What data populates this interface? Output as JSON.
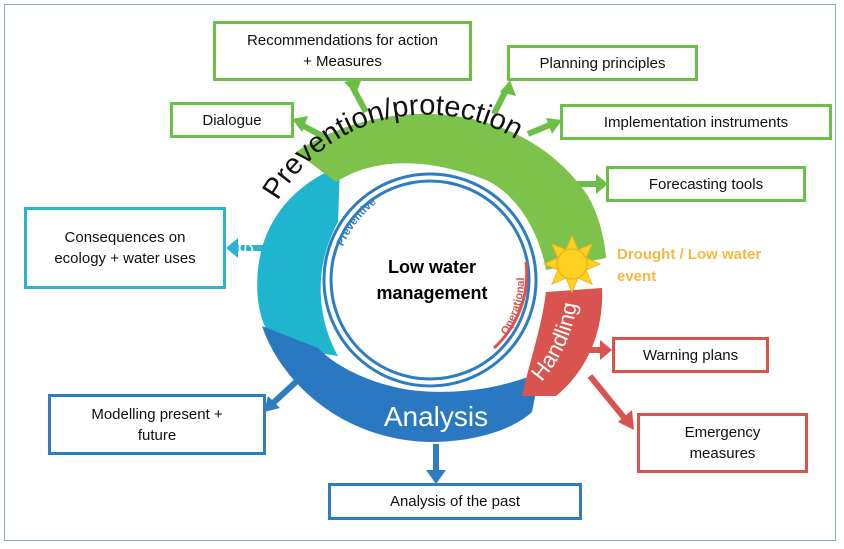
{
  "center_label": "Low water\nmanagement",
  "phases": {
    "prevention": "Prevention/protection",
    "evaluation": "Evaluation",
    "analysis": "Analysis",
    "handling": "Handling"
  },
  "inner_labels": {
    "preventive": "Preventive",
    "operational": "Operational"
  },
  "event_label": "Drought / Low water\nevent",
  "boxes": {
    "recommendations": "Recommendations for action\n+ Measures",
    "planning": "Planning principles",
    "dialogue": "Dialogue",
    "implementation": "Implementation instruments",
    "forecasting": "Forecasting tools",
    "consequences": "Consequences  on\necology + water uses",
    "warning": "Warning plans",
    "emergency": "Emergency\nmeasures",
    "modelling": "Modelling present +\nfuture",
    "analysis_past": "Analysis of the past"
  },
  "colors": {
    "prevention": "#7dc24b",
    "evaluation": "#1fb5cf",
    "analysis": "#2b78c2",
    "handling": "#d9534f",
    "event": "#f5b941",
    "sun": "#ffd21f"
  }
}
